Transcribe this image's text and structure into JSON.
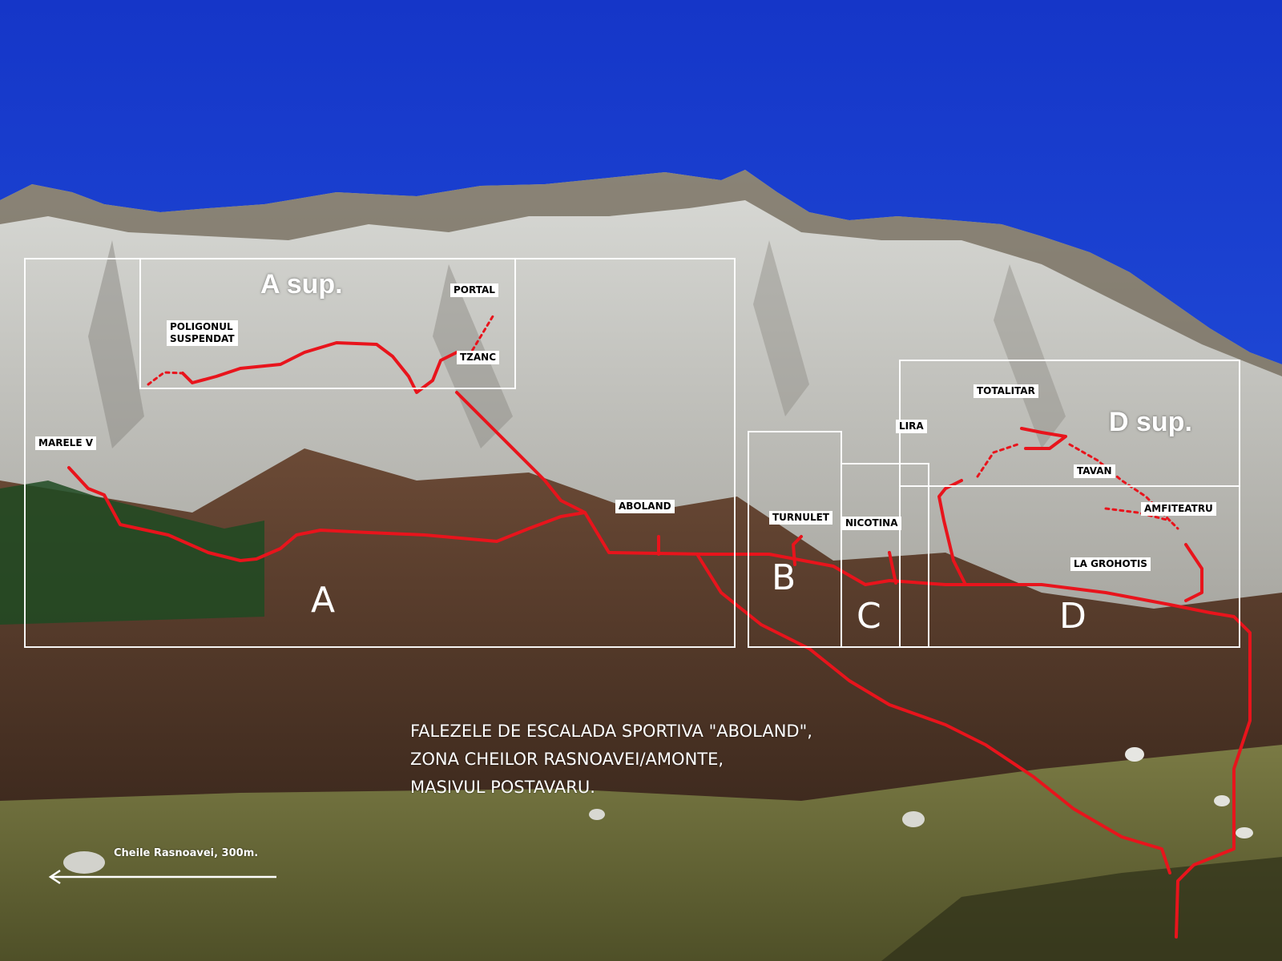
{
  "colors": {
    "sky": "#1a3fd0",
    "rock": "#cfd0cc",
    "forest": "#5a3a26",
    "meadow": "#6d6e3a",
    "path": "#e8141c",
    "frame": "#ffffff"
  },
  "sectors": {
    "a": "A",
    "b": "B",
    "c": "C",
    "d": "D",
    "a_sup": "A sup.",
    "d_sup": "D sup."
  },
  "crags": {
    "marele_v": "MARELE V",
    "poligonul_line1": "POLIGONUL",
    "poligonul_line2": "SUSPENDAT",
    "portal": "PORTAL",
    "tzanc": "TZANC",
    "aboland": "ABOLAND",
    "turnulet": "TURNULET",
    "nicotina": "NICOTINA",
    "lira": "LIRA",
    "totalitar": "TOTALITAR",
    "tavan": "TAVAN",
    "amfiteatru": "AMFITEATRU",
    "la_grohotis": "LA GROHOTIS"
  },
  "caption": {
    "line1": "FALEZELE DE ESCALADA SPORTIVA \"ABOLAND\",",
    "line2": "ZONA CHEILOR RASNOAVEI/AMONTE,",
    "line3": "MASIVUL POSTAVARU."
  },
  "direction": {
    "label": "Cheile Rasnoavei, 300m.",
    "icon": "arrow-left-icon"
  }
}
